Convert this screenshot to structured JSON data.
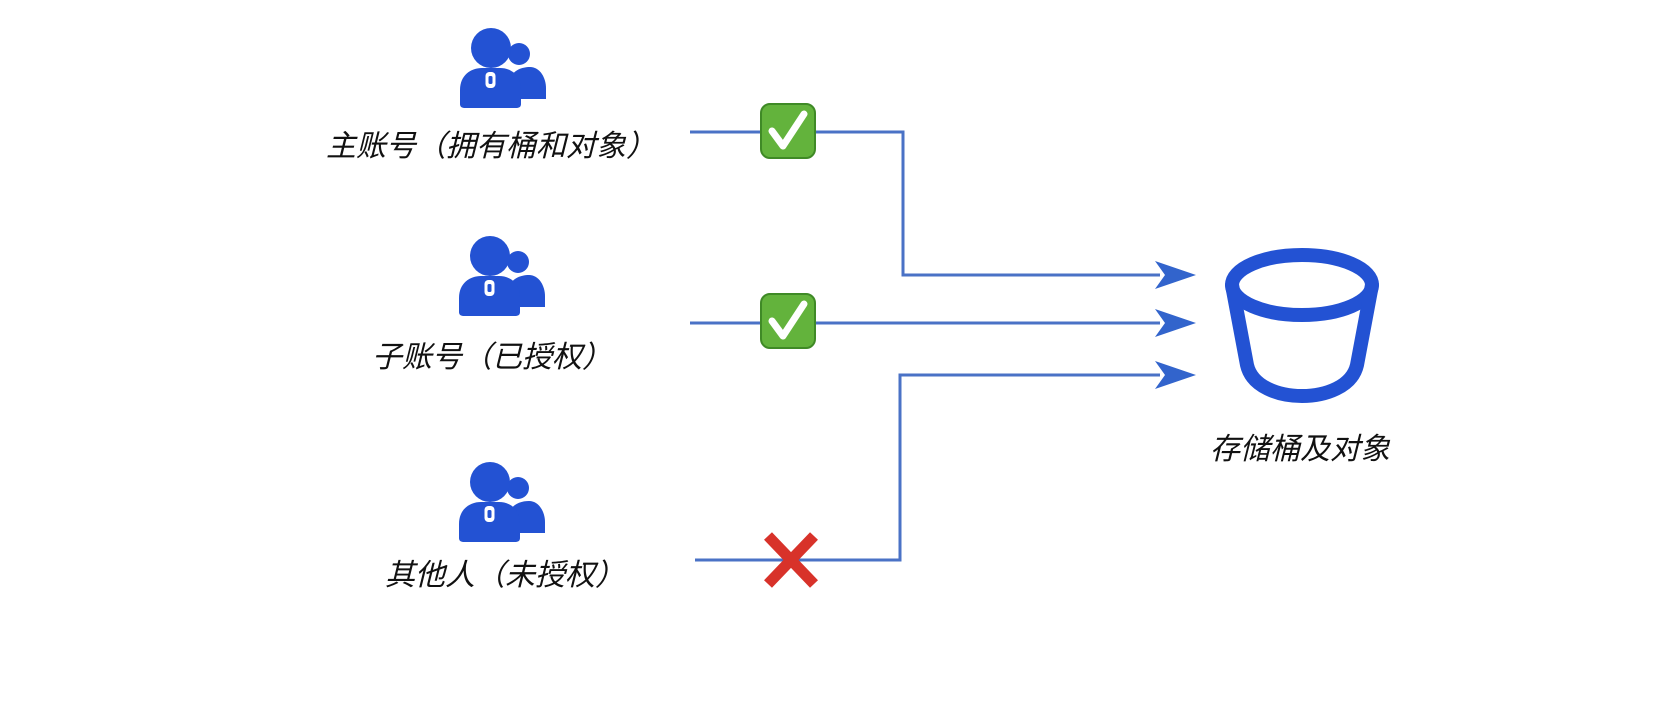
{
  "actors": [
    {
      "label": "主账号（拥有桶和对象）",
      "access": "allowed",
      "icon": "user-group-icon"
    },
    {
      "label": "子账号（已授权）",
      "access": "allowed",
      "icon": "user-group-icon"
    },
    {
      "label": "其他人（未授权）",
      "access": "denied",
      "icon": "user-group-icon"
    }
  ],
  "target": {
    "label": "存储桶及对象",
    "icon": "bucket-icon"
  },
  "status_icons": {
    "allowed": "check-mark-icon",
    "denied": "cross-mark-icon"
  },
  "colors": {
    "user_icon": "#2352D3",
    "bucket_icon": "#2352D3",
    "connector": "#4A72C6",
    "arrowhead": "#3264CC",
    "check_bg": "#63B33C",
    "check_border": "#3F8A26",
    "cross": "#D8322A",
    "text": "#111111"
  }
}
